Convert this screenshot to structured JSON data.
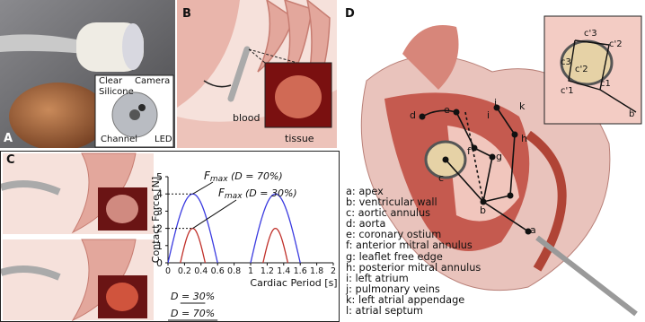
{
  "panels": {
    "a": {
      "label": "A",
      "callouts": [
        "Clear",
        "Silicone",
        "Camera",
        "Channel",
        "LED"
      ]
    },
    "b": {
      "label": "B",
      "callouts": [
        "blood",
        "tissue"
      ]
    },
    "c": {
      "label": "C"
    },
    "d": {
      "label": "D",
      "inset_labels": [
        "c'3",
        "c'2",
        "c'2",
        "c'1",
        "c3",
        "c1",
        "b"
      ],
      "node_labels": [
        "a",
        "b",
        "c",
        "d",
        "e",
        "f",
        "g",
        "h",
        "i",
        "j",
        "k"
      ],
      "legend": [
        "a: apex",
        "b: ventricular wall",
        "c: aortic annulus",
        "d: aorta",
        "e: coronary ostium",
        "f: anterior mitral annulus",
        "g: leaflet free edge",
        "h: posterior mitral annulus",
        "i: left atrium",
        "j: pulmonary veins",
        "k: left atrial appendage",
        "l: atrial septum"
      ]
    }
  },
  "chart_data": {
    "type": "line",
    "ylabel": "Contact Force [N]",
    "xlabel": "Cardiac Period [s]",
    "xlim": [
      0,
      2
    ],
    "ylim": [
      0,
      5
    ],
    "xticks": [
      "0",
      "0.2",
      "0.4",
      "0.6",
      "0.8",
      "1",
      "1.2",
      "1.4",
      "1.6",
      "1.8",
      "2"
    ],
    "yticks": [
      "0",
      "1",
      "2",
      "3",
      "4",
      "5"
    ],
    "series": [
      {
        "name": "F_max (D = 70%)",
        "color": "#3a3ae0",
        "pulses": [
          {
            "start": 0,
            "end": 0.6,
            "peak": 4
          },
          {
            "start": 1,
            "end": 1.6,
            "peak": 4
          }
        ]
      },
      {
        "name": "F_max (D = 30%)",
        "color": "#c0302a",
        "pulses": [
          {
            "start": 0.15,
            "end": 0.45,
            "peak": 2
          },
          {
            "start": 1.15,
            "end": 1.45,
            "peak": 2
          }
        ]
      }
    ],
    "annotations": {
      "fmax70_main": "F",
      "fmax70_sub": "max",
      "fmax70_rest": "(D = 70%)",
      "fmax30": "F",
      "fmax30_sub": "max",
      "fmax30_rest": "(D = 30%)",
      "d30": "D = 30%",
      "d70": "D = 70%"
    }
  }
}
